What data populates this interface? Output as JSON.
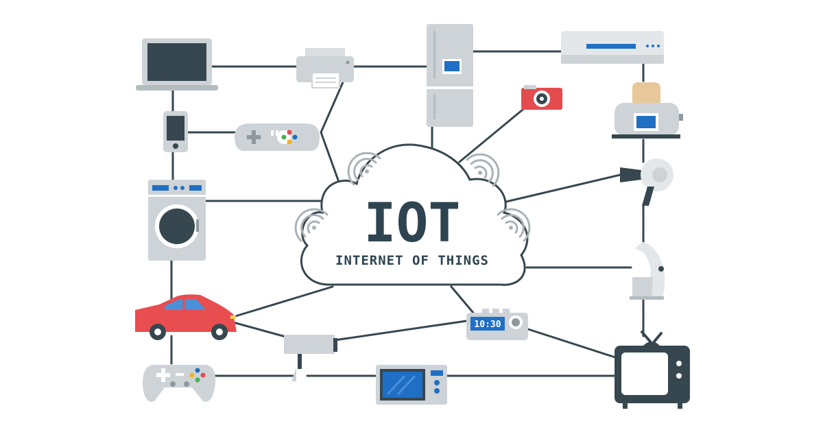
{
  "center": {
    "title": "IOT",
    "subtitle": "INTERNET OF THINGS"
  },
  "clock_display": "10:30",
  "colors": {
    "line": "#37474f",
    "device_gray": "#cdd3d6",
    "device_light": "#e3e7e9",
    "accent_blue": "#1f6fc5",
    "car_red": "#e84d4f",
    "camera_red": "#e34c4f",
    "toast": "#e8c79a",
    "dark": "#2e4450"
  },
  "devices": [
    "laptop-icon",
    "printer-icon",
    "refrigerator-icon",
    "air-conditioner-icon",
    "smartphone-icon",
    "game-controller-icon",
    "camera-icon",
    "toaster-icon",
    "washing-machine-icon",
    "hair-dryer-icon",
    "iron-icon",
    "car-icon",
    "security-camera-icon",
    "alarm-clock-icon",
    "gamepad-icon",
    "microwave-icon",
    "television-icon",
    "wifi-signal-icon"
  ]
}
